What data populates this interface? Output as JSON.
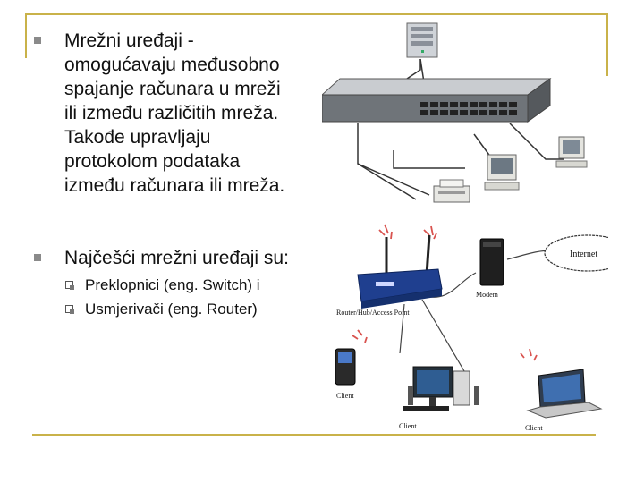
{
  "bullets": [
    {
      "lines": [
        "Mrežni uređaji -",
        "omogućavaju međusobno",
        "spajanje računara u mreži",
        "ili između različitih mreža.",
        "Takođe upravljaju",
        "protokolom podataka",
        "između računara ili mreža."
      ]
    },
    {
      "lines": [
        "Najčešći mrežni uređaji su:"
      ],
      "subitems": [
        "Preklopnici (eng. Switch) i",
        "Usmjerivači (eng. Router)"
      ]
    }
  ],
  "diagram": {
    "internet_label": "Internet",
    "modem_label": "Modem",
    "router_label": "Router/Hub/Access Point",
    "client_label": "Client"
  },
  "colors": {
    "frame": "#c9b24a",
    "bullet": "#8a8a8a",
    "signal": "#d9534f",
    "router_blue": "#1f3f8f"
  }
}
